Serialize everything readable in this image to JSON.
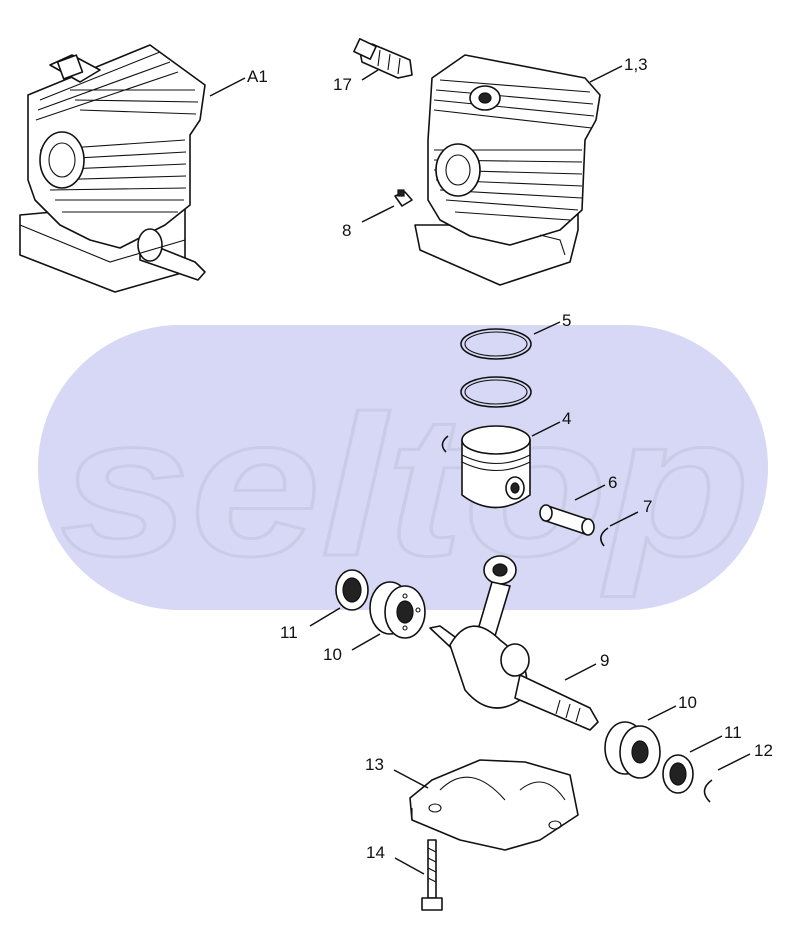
{
  "watermark": {
    "text": "seltop",
    "color": "#d7d8f5"
  },
  "labels": {
    "a1": "A1",
    "p17": "17",
    "p13c": "1,3",
    "p8": "8",
    "p5": "5",
    "p4": "4",
    "p6": "6",
    "p7": "7",
    "p11a": "11",
    "p10a": "10",
    "p9": "9",
    "p10b": "10",
    "p11b": "11",
    "p12": "12",
    "p13": "13",
    "p14": "14"
  }
}
